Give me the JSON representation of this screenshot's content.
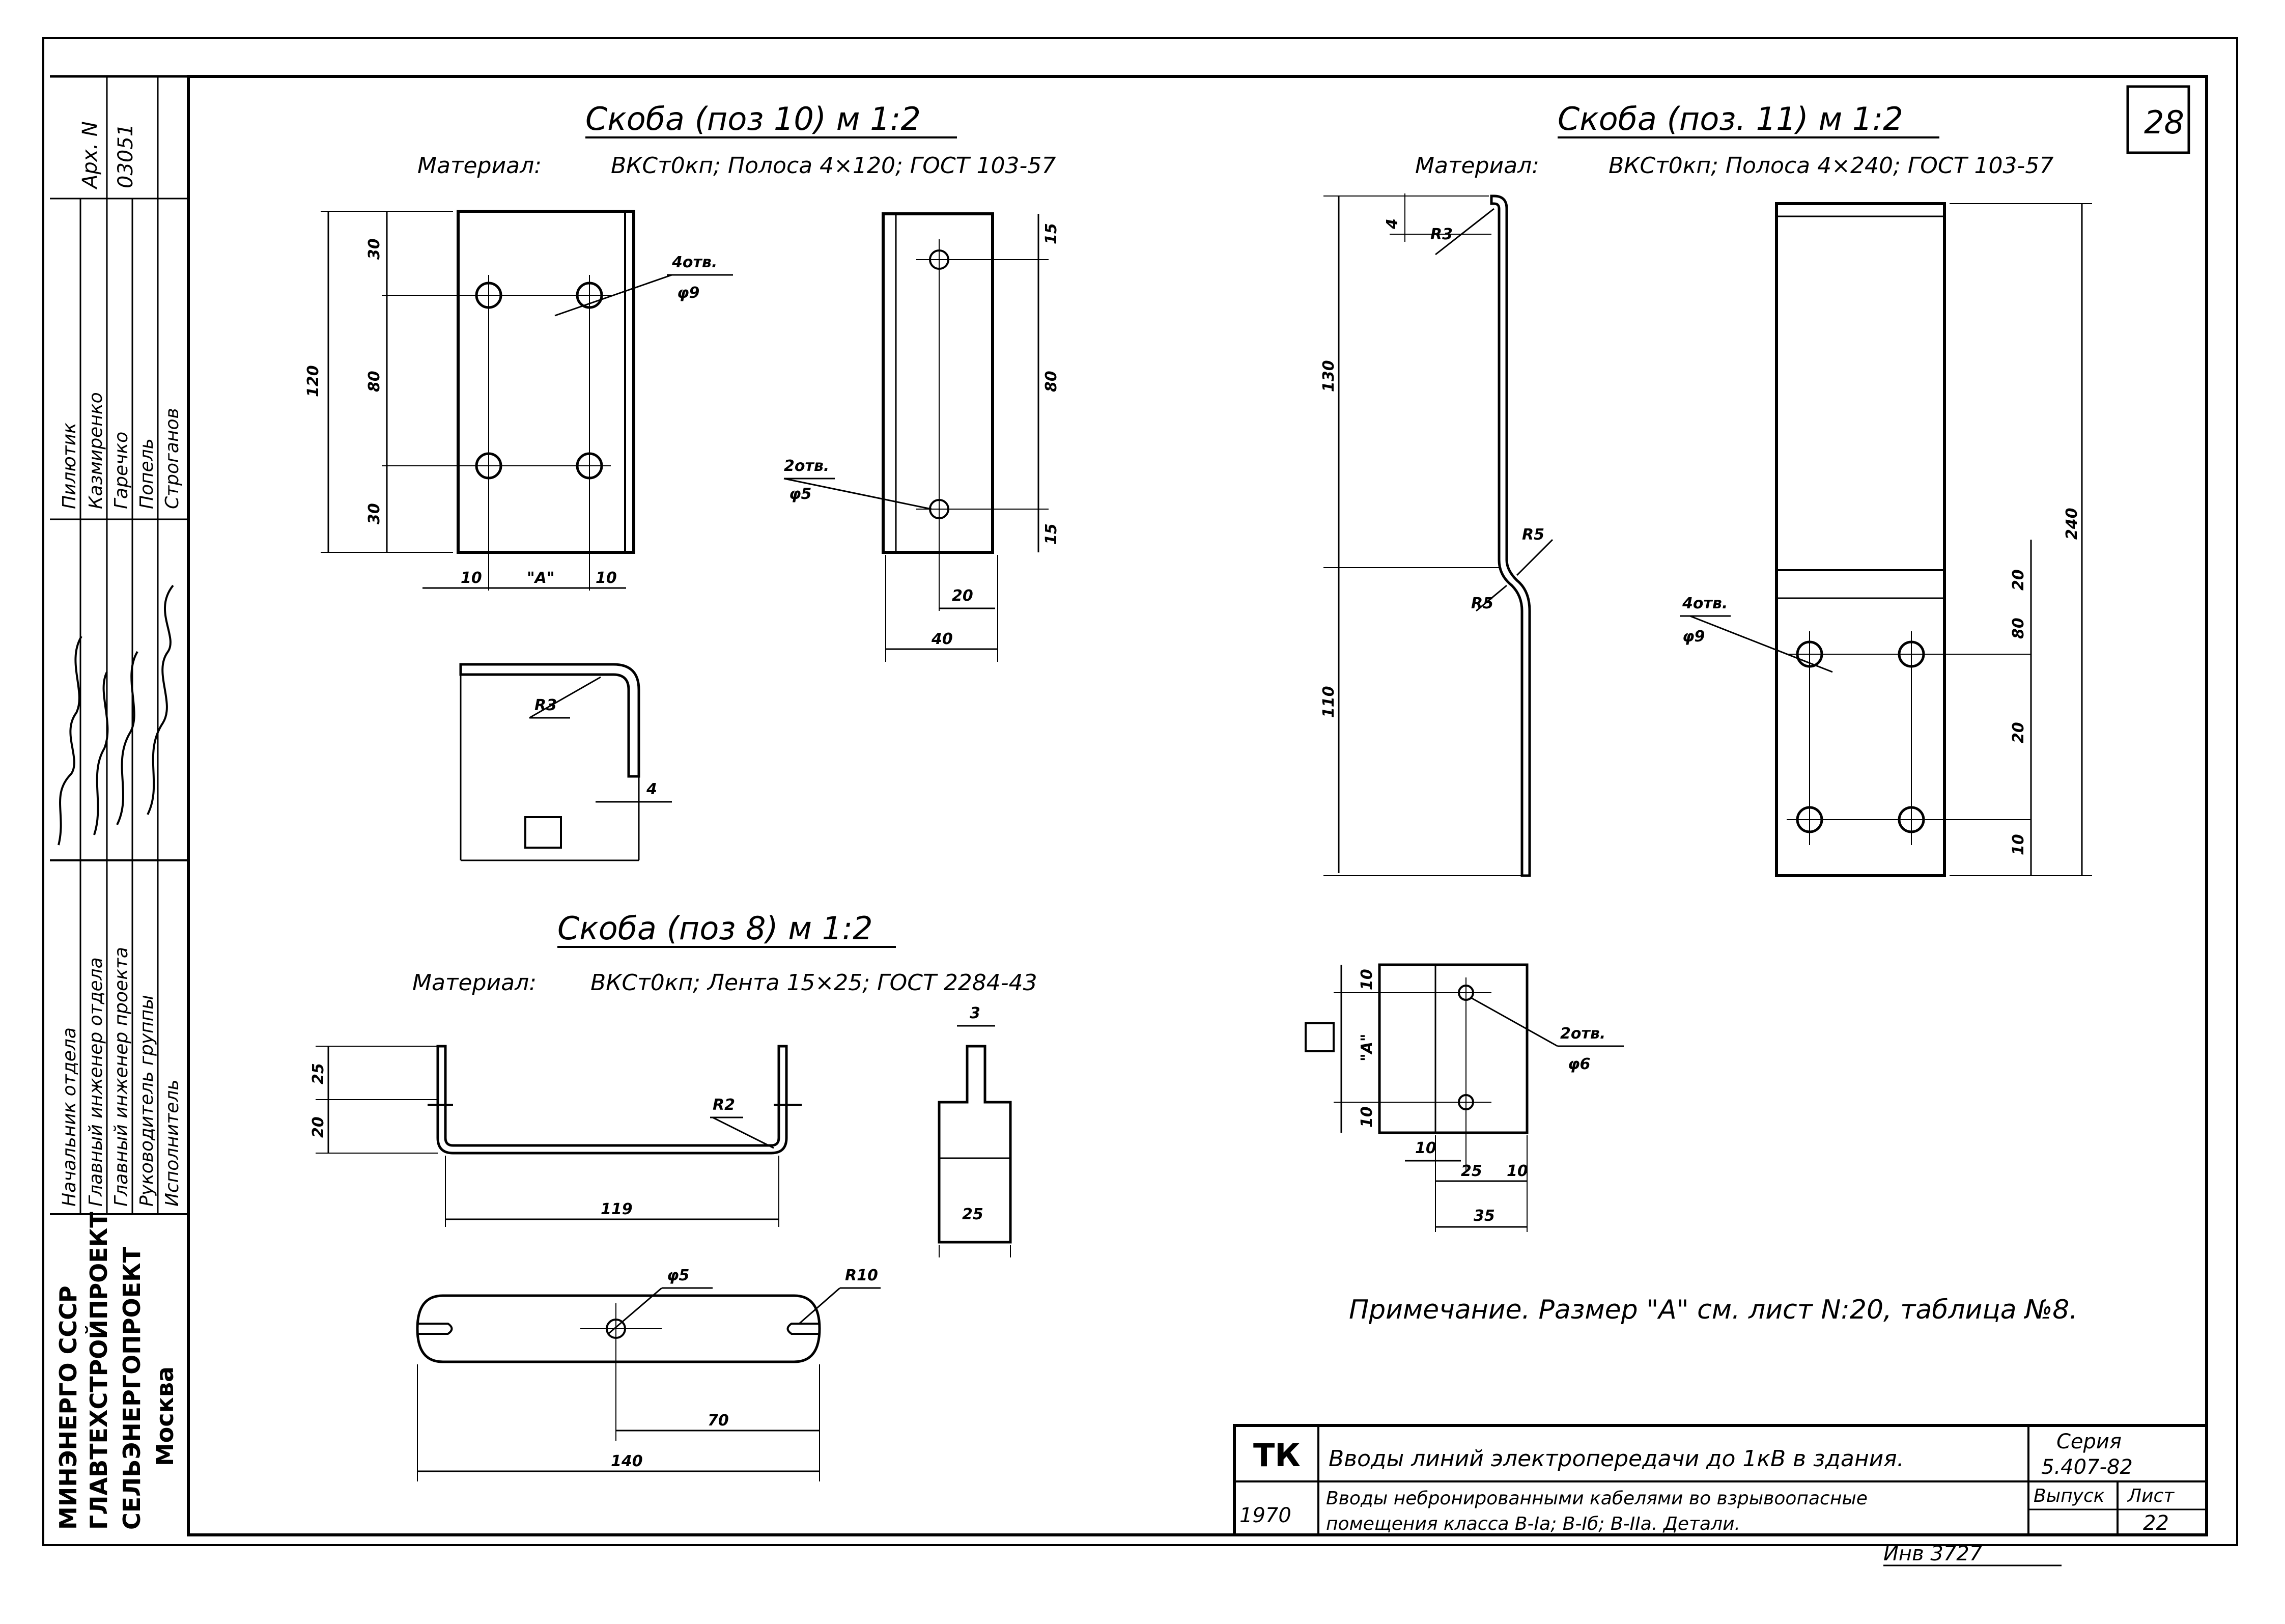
{
  "sheet_number": "28",
  "archive": {
    "label": "Арх. N",
    "value": "03051"
  },
  "organization": [
    "МИНЭНЕРГО СССР",
    "ГЛАВТЕХСТРОЙПРОЕКТ",
    "СЕЛЬЭНЕРГОПРОЕКТ",
    "Москва"
  ],
  "staff_roles": [
    "Начальник отдела",
    "Главный инженер отдела",
    "Главный инженер проекта",
    "Руководитель группы",
    "Исполнитель"
  ],
  "staff_names": [
    "Пилютик",
    "Казмиренко",
    "Гаречко",
    "Попель",
    "Строганов"
  ],
  "parts": {
    "p10": {
      "title": "Скоба (поз 10) м 1:2",
      "material_label": "Материал:",
      "material": "ВКСт0кп; Полоса 4×120; ГОСТ 103-57",
      "dims": [
        "30",
        "80",
        "30",
        "120",
        "10",
        "\"А\"",
        "10",
        "4отв.",
        "φ9",
        "15",
        "80",
        "15",
        "2отв.",
        "φ5",
        "20",
        "40",
        "R3",
        "4"
      ]
    },
    "p11": {
      "title": "Скоба (поз. 11) м 1:2",
      "material_label": "Материал:",
      "material": "ВКСт0кп; Полоса 4×240; ГОСТ 103-57",
      "dims": [
        "4",
        "R3",
        "130",
        "R5",
        "R5",
        "110",
        "240",
        "4отв.",
        "φ9",
        "10",
        "20",
        "80",
        "20",
        "10",
        "\"А\"",
        "10",
        "2отв.",
        "φ6",
        "10",
        "25",
        "10",
        "35"
      ]
    },
    "p8": {
      "title": "Скоба (поз 8) м 1:2",
      "material_label": "Материал:",
      "material": "ВКСт0кп; Лента 15×25; ГОСТ 2284-43",
      "dims": [
        "25",
        "20",
        "R2",
        "119",
        "3",
        "25",
        "φ5",
        "R10",
        "70",
        "140"
      ]
    }
  },
  "note": "Примечание. Размер \"А\" см. лист N:20, таблица №8.",
  "title_block": {
    "code": "ТК",
    "year": "1970",
    "line1": "Вводы линий электропередачи до 1кВ в здания.",
    "line2": "Вводы небронированными кабелями во взрывоопасные",
    "line3": "помещения класса В-Iа; В-Iб; В-IIа. Детали.",
    "series_label": "Серия",
    "series": "5.407-82",
    "issue_label": "Выпуск",
    "sheet_label": "Лист",
    "sheet": "22",
    "inventory": "Инв 3727"
  }
}
